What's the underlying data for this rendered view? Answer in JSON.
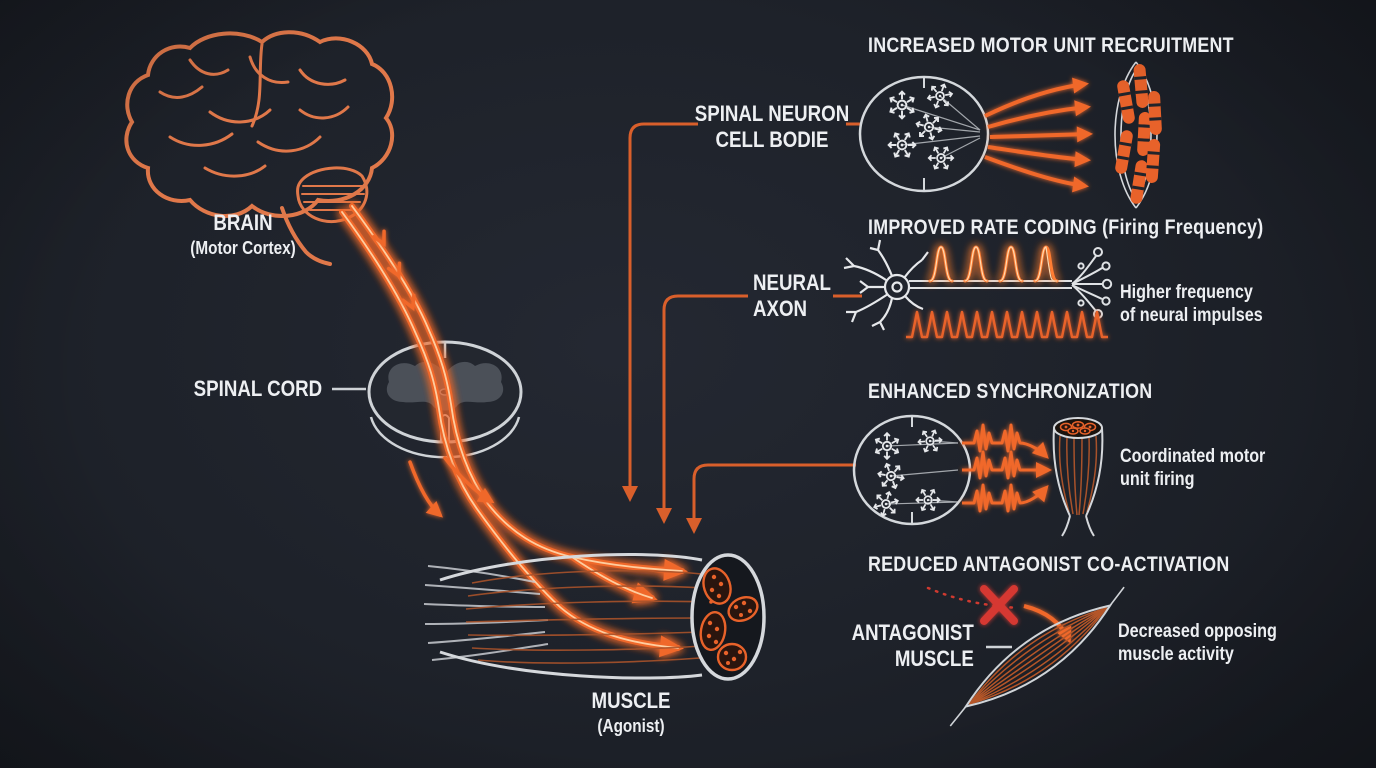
{
  "colors": {
    "background": "#1e222a",
    "accent_orange": "#f0682a",
    "glow_core": "#ffd3a6",
    "connector_orange": "#d95f2b",
    "outline_white": "#d5d8dc",
    "fiber_brown": "#a8522a",
    "inhibit_red": "#d63830",
    "text_white": "#edeff2"
  },
  "left_diagram": {
    "brain_label": "BRAIN",
    "brain_sublabel": "(Motor Cortex)",
    "spinal_cord_label": "SPINAL CORD",
    "muscle_label": "MUSCLE",
    "muscle_sublabel": "(Agonist)"
  },
  "callouts": {
    "spinal_neuron": {
      "line1": "SPINAL NEURON",
      "line2": "CELL BODIE"
    },
    "neural_axon": {
      "line1": "NEURAL",
      "line2": "AXON"
    }
  },
  "panels": [
    {
      "title": "INCREASED MOTOR UNIT RECRUITMENT"
    },
    {
      "title": "IMPROVED RATE CODING (Firing Frequency)",
      "note_line1": "Higher frequency",
      "note_line2": "of neural impulses"
    },
    {
      "title": "ENHANCED SYNCHRONIZATION",
      "note_line1": "Coordinated motor",
      "note_line2": "unit firing"
    },
    {
      "title": "REDUCED ANTAGONIST CO-ACTIVATION",
      "label_line1": "ANTAGONIST",
      "label_line2": "MUSCLE",
      "note_line1": "Decreased opposing",
      "note_line2": "muscle activity"
    }
  ]
}
